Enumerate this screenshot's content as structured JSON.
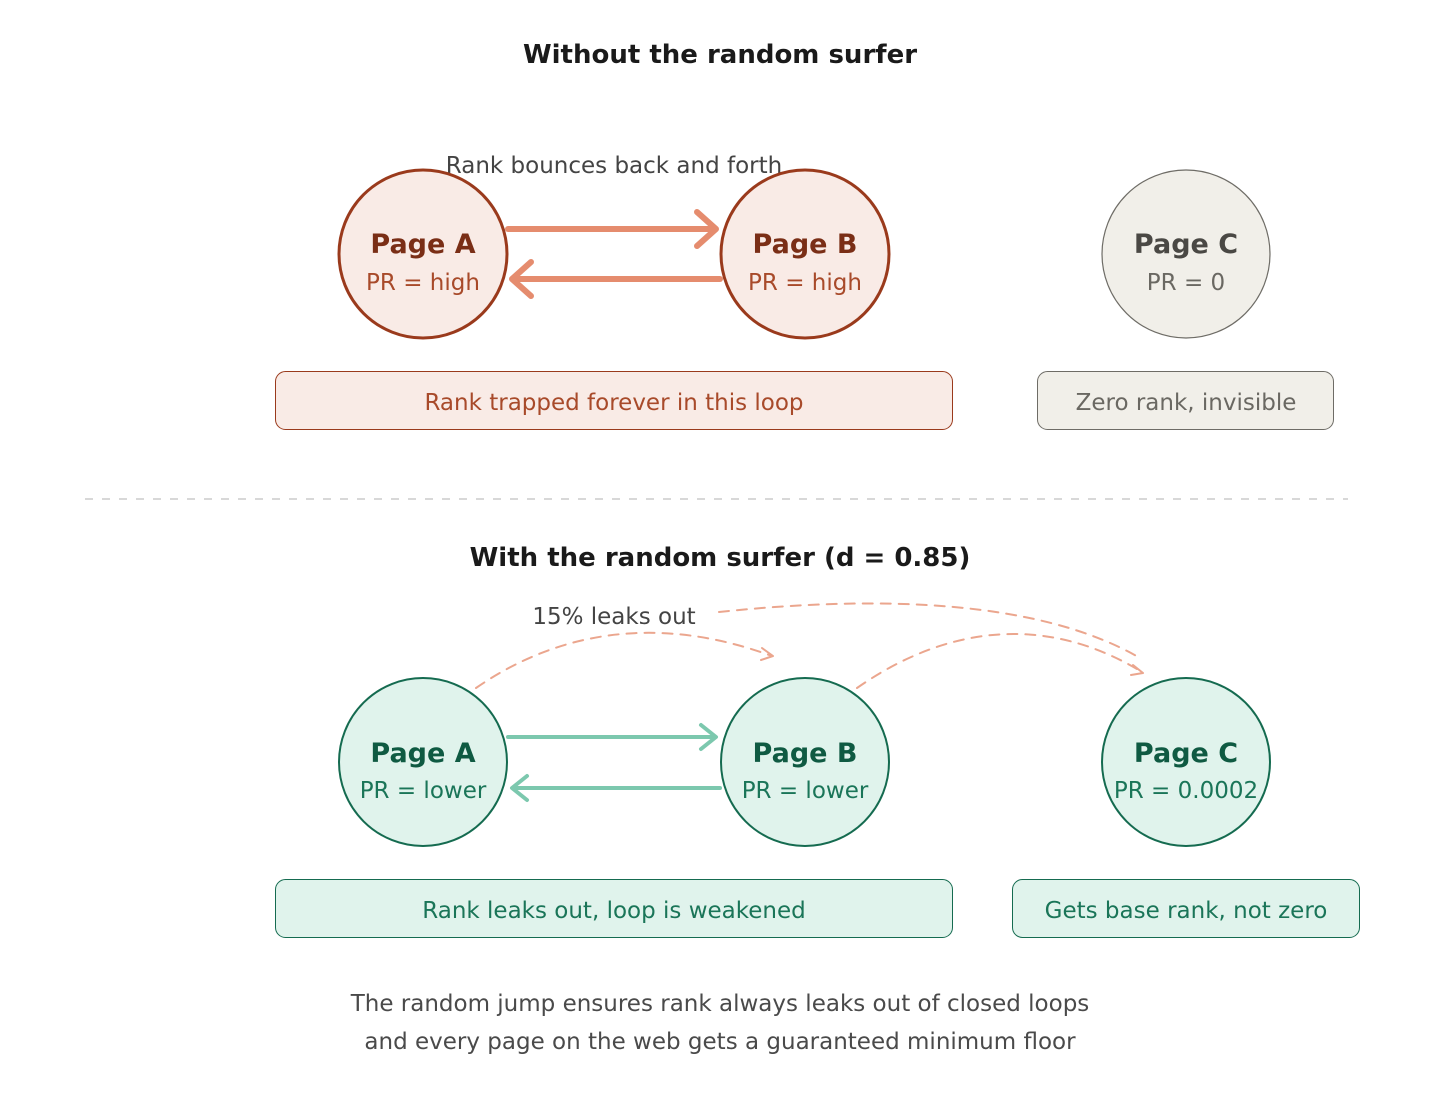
{
  "colors": {
    "warm_fill": "#f9ebe6",
    "warm_stroke": "#9a3a1c",
    "warm_title": "#7a2e16",
    "warm_text": "#a84a2a",
    "warm_arrow": "#e58c6e",
    "gray_fill": "#f1efe9",
    "gray_stroke": "#6e6c66",
    "gray_title": "#4a4844",
    "gray_text": "#6a6862",
    "green_fill": "#e0f3ec",
    "green_stroke": "#156b50",
    "green_title": "#0f5a42",
    "green_text": "#1a7558",
    "green_arrow": "#7cc8ae",
    "leak_arrow": "#eba68e",
    "divider": "#cccccc"
  },
  "top": {
    "title": "Without the random surfer",
    "annotation": "Rank bounces back and forth",
    "nodes": [
      {
        "id": "A",
        "title": "Page A",
        "sub": "PR = high",
        "theme": "warm"
      },
      {
        "id": "B",
        "title": "Page B",
        "sub": "PR = high",
        "theme": "warm"
      },
      {
        "id": "C",
        "title": "Page C",
        "sub": "PR = 0",
        "theme": "gray"
      }
    ],
    "boxes": [
      {
        "text": "Rank trapped forever in this loop",
        "theme": "warm"
      },
      {
        "text": "Zero rank, invisible",
        "theme": "gray"
      }
    ]
  },
  "bottom": {
    "title": "With the random surfer (d = 0.85)",
    "annotation": "15% leaks out",
    "damping": 0.85,
    "nodes": [
      {
        "id": "A",
        "title": "Page A",
        "sub": "PR = lower",
        "theme": "green"
      },
      {
        "id": "B",
        "title": "Page B",
        "sub": "PR = lower",
        "theme": "green"
      },
      {
        "id": "C",
        "title": "Page C",
        "sub": "PR = 0.0002",
        "theme": "green"
      }
    ],
    "boxes": [
      {
        "text": "Rank leaks out, loop is weakened",
        "theme": "green"
      },
      {
        "text": "Gets base rank, not zero",
        "theme": "green"
      }
    ]
  },
  "caption": {
    "line1": "The random jump ensures rank always leaks out of closed loops",
    "line2": "and every page on the web gets a guaranteed minimum floor"
  }
}
